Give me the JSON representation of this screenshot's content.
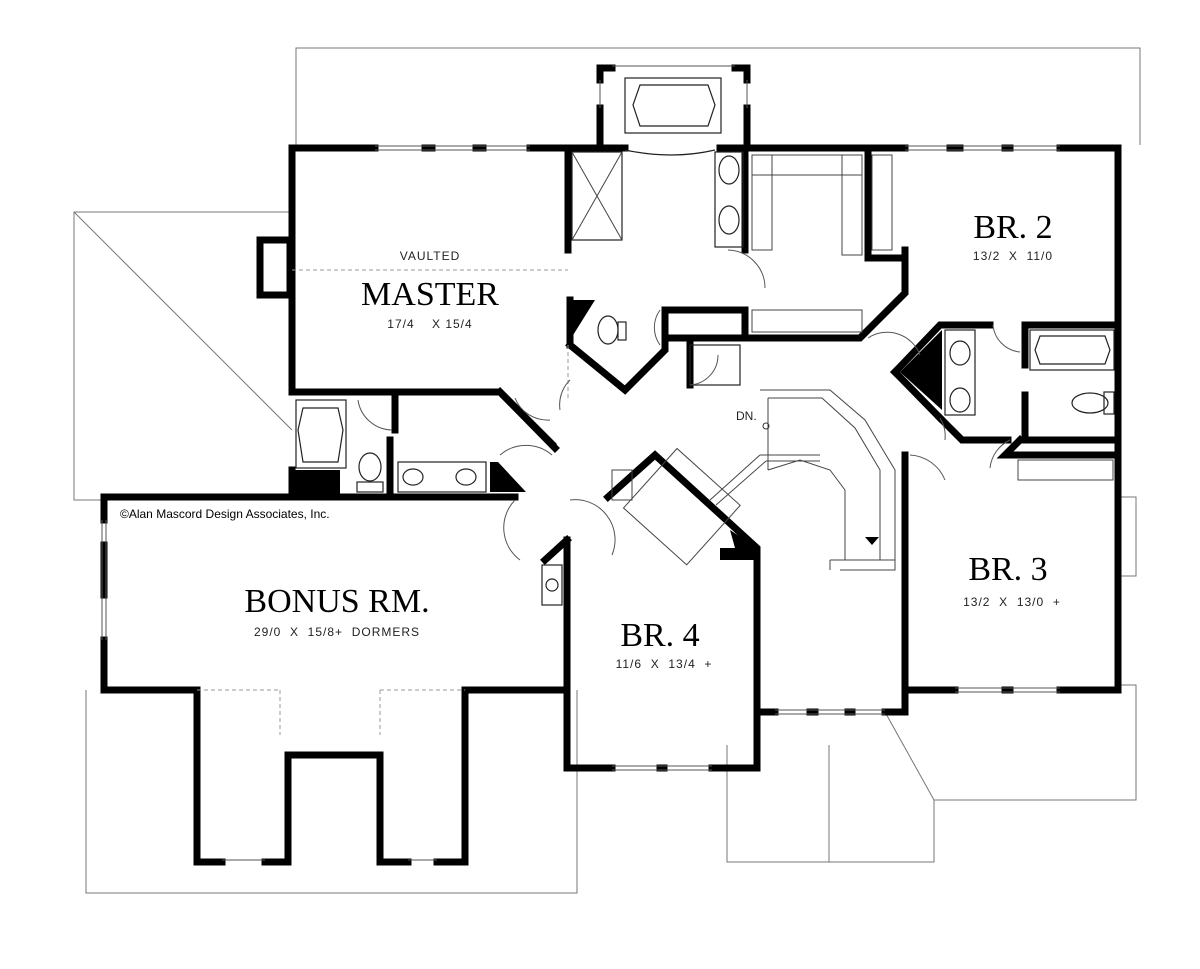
{
  "credit": "©Alan Mascord Design Associates, Inc.",
  "rooms": {
    "master": {
      "note": "VAULTED",
      "name": "MASTER",
      "dims": "17/4    X 15/4"
    },
    "br2": {
      "name": "BR. 2",
      "dims": "13/2  X  11/0"
    },
    "br3": {
      "name": "BR. 3",
      "dims": "13/2  X  13/0  +"
    },
    "br4": {
      "name": "BR. 4",
      "dims": "11/6  X  13/4  +"
    },
    "bonus": {
      "name": "BONUS RM.",
      "dims": "29/0  X  15/8+  DORMERS"
    }
  },
  "stairs": {
    "label": "DN."
  }
}
